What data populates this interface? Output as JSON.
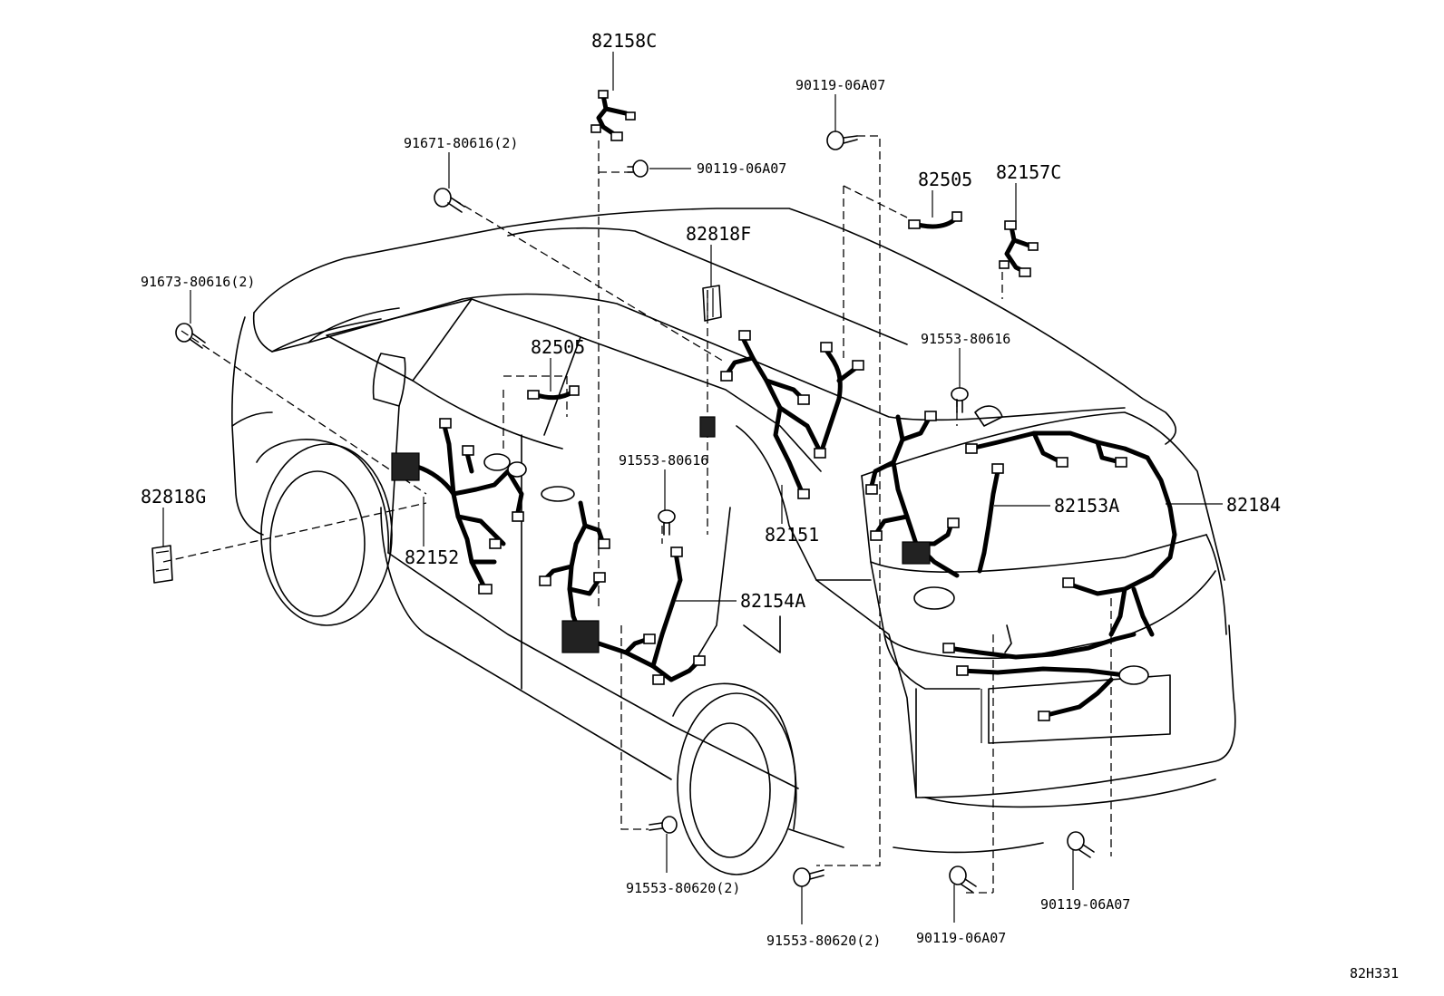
{
  "diagram_ref": "82H331",
  "parts": {
    "p82158C": "82158C",
    "p90119_top": "90119-06A07",
    "p90119_mid": "90119-06A07",
    "p91671": "91671-80616(2)",
    "p82505_roof": "82505",
    "p82157C": "82157C",
    "p82818F": "82818F",
    "p91673": "91673-80616(2)",
    "p82505_door": "82505",
    "p91553_80616_right": "91553-80616",
    "p91553_80616_center": "91553-80616",
    "p82818G": "82818G",
    "p82152": "82152",
    "p82151": "82151",
    "p82153A": "82153A",
    "p82184": "82184",
    "p82154A": "82154A",
    "p91553_80620_left": "91553-80620(2)",
    "p91553_80620_mid": "91553-80620(2)",
    "p90119_bottom_mid": "90119-06A07",
    "p90119_bottom_right": "90119-06A07"
  }
}
